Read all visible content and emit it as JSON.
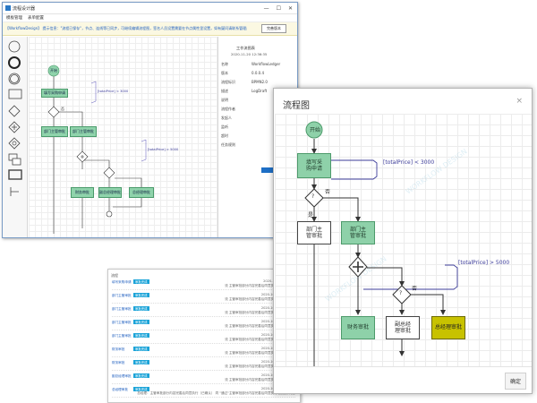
{
  "designer": {
    "title": "流程设计器",
    "window_buttons": [
      "—",
      "☐",
      "✕"
    ],
    "menu": [
      "模板管理",
      "表单配置"
    ],
    "notice": "【WorkflowDesign】 提示信息：\"流程已保存\"，节点、连线等已同步，可继续编辑流程图，签名人员设置需要在节点属性里设置，如有疑问请联系管理员，谢谢您的使用！",
    "notice_button": "完善版本",
    "palette_icons": [
      "circle-thin-icon",
      "circle-thick-icon",
      "circle-double-icon",
      "rectangle-icon",
      "diamond-icon",
      "diamond-plus-icon",
      "diamond-group-icon",
      "subprocess-icon",
      "frame-icon",
      "annotation-icon"
    ],
    "canvas": {
      "start": "开始",
      "nodes": [
        "填写采购申请",
        "部门主管审批",
        "部门主管审批",
        "财务审批",
        "副总经理审批",
        "总经理审批"
      ],
      "cond1": "[totalPrice] < 3000",
      "cond2": "[totalPrice] > 5000",
      "no": "否"
    },
    "props": {
      "title": "工作流图表",
      "time": "2020-11-20 12:36:35",
      "rows": [
        {
          "k": "名称",
          "v": "WorkflowLedger"
        },
        {
          "k": "版本",
          "v": "0.0.0.4"
        },
        {
          "k": "流程标识",
          "v": "BPMN2.0"
        },
        {
          "k": "描述",
          "v": "LogDraft"
        },
        {
          "k": "说明",
          "v": ""
        },
        {
          "k": "流程作者",
          "v": ""
        },
        {
          "k": "发起人",
          "v": ""
        },
        {
          "k": "监听",
          "v": ""
        },
        {
          "k": "超时",
          "v": ""
        },
        {
          "k": "任务规则",
          "v": ""
        }
      ]
    }
  },
  "list": {
    "header": "流程",
    "tag": "审批完成",
    "items": [
      {
        "name": "填写采购申请",
        "time": "2020-10-11 17:02:4",
        "desc": "流 主管审批部分内容完善后同意执行 张某某 同意"
      },
      {
        "name": "部门主管审批",
        "time": "2020-10-11 17:13:07",
        "desc": "流 主管审批部分内容完善后同意执行 张某某 同意"
      },
      {
        "name": "部门主管审批",
        "time": "2020-10-11 17:16:07",
        "desc": "流 主管审批部分内容完善后同意执行 张某某 同意"
      },
      {
        "name": "部门主管审批",
        "time": "2020-10-11 17:20:07",
        "desc": "流 主管审批部分内容完善后同意执行 张某某 同意"
      },
      {
        "name": "部门主管审批",
        "time": "2020-10-11 17:25:27",
        "desc": "流 主管审批部分内容完善后同意执行 张某某 同意"
      },
      {
        "name": "财务审批",
        "time": "2020-10-11 17:31:07",
        "desc": "流 主管审批部分内容完善后同意执行 张某某 同意"
      },
      {
        "name": "财务审批",
        "time": "2020-10-11 17:38:07",
        "desc": "流 主管审批部分内容完善后同意执行 张某某 同意"
      },
      {
        "name": "副总经理审批",
        "time": "2020-10-11 17:46:07",
        "desc": "流 主管审批部分内容完善后同意执行 张某某 同意"
      },
      {
        "name": "总经理审批",
        "time": "2020-10-11 17:55:07",
        "desc": "总经理：主管审批部分内容完善后同意执行（已确认） 同 \"通过\"主管审批部分内容完善后同意执行 张某某 同意"
      }
    ]
  },
  "dialog": {
    "title": "流程图",
    "close": "×",
    "ok": "确定",
    "start": "开始",
    "node_purchase": "填写采\n购申请",
    "node_dept1": "部门主\n管审批",
    "node_dept2": "部门主\n管审批",
    "node_finance": "财务审批",
    "node_vp": "副总经\n理审批",
    "node_gm": "总经理审批",
    "cond1": "[totalPrice] < 3000",
    "cond2": "[totalPrice] > 5000",
    "yes": "是",
    "no": "否",
    "watermark": "WORKFLOW DESIGN",
    "colors": {
      "active": "#8ed1a9",
      "current": "#c8c200",
      "pending": "#ffffff",
      "condition": "#3d3d9a"
    }
  }
}
